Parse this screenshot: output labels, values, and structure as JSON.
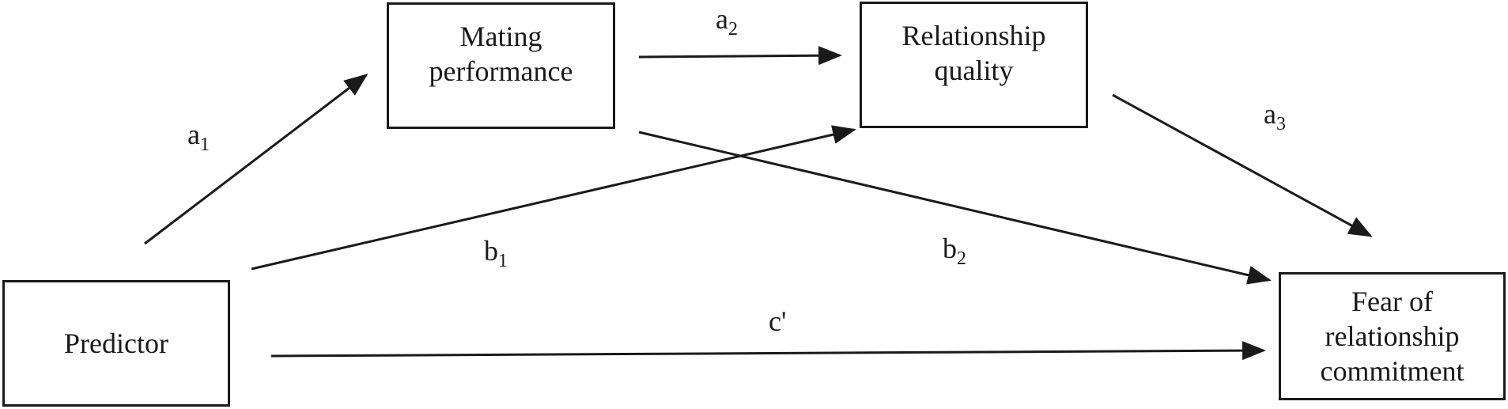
{
  "nodes": {
    "mating": {
      "label": "Mating\nperformance"
    },
    "relationship": {
      "label": "Relationship\nquality"
    },
    "predictor": {
      "label": "Predictor"
    },
    "fear": {
      "label": "Fear of\nrelationship\ncommitment"
    }
  },
  "paths": {
    "a1": {
      "base": "a",
      "sub": "1"
    },
    "a2": {
      "base": "a",
      "sub": "2"
    },
    "a3": {
      "base": "a",
      "sub": "3"
    },
    "b1": {
      "base": "b",
      "sub": "1"
    },
    "b2": {
      "base": "b",
      "sub": "2"
    },
    "c": {
      "base": "c'",
      "sub": ""
    }
  },
  "colors": {
    "line": "#1a1a1a",
    "background": "#ffffff"
  }
}
